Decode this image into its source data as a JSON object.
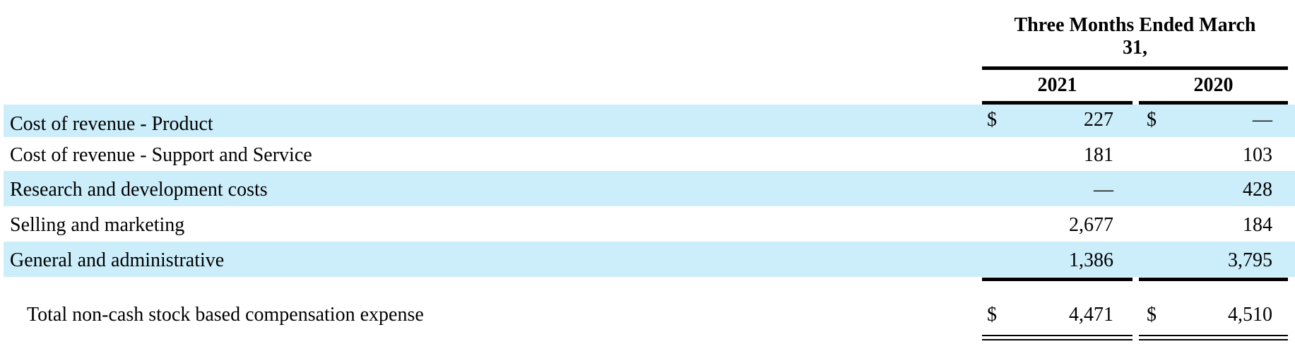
{
  "header": {
    "period_line1": "Three Months Ended March",
    "period_line2": "31,",
    "col_2021": "2021",
    "col_2020": "2020"
  },
  "rows": [
    {
      "label": "Cost of revenue - Product",
      "v2021": "227",
      "v2020": "—",
      "dollar2021": "$",
      "dollar2020": "$"
    },
    {
      "label": "Cost of revenue - Support and Service",
      "v2021": "181",
      "v2020": "103"
    },
    {
      "label": "Research and development costs",
      "v2021": "—",
      "v2020": "428"
    },
    {
      "label": "Selling and marketing",
      "v2021": "2,677",
      "v2020": "184"
    },
    {
      "label": "General and administrative",
      "v2021": "1,386",
      "v2020": "3,795"
    }
  ],
  "total": {
    "label": "Total non-cash stock based compensation expense",
    "dollar2021": "$",
    "v2021": "4,471",
    "dollar2020": "$",
    "v2020": "4,510"
  },
  "colors": {
    "band": "#cceefa"
  }
}
